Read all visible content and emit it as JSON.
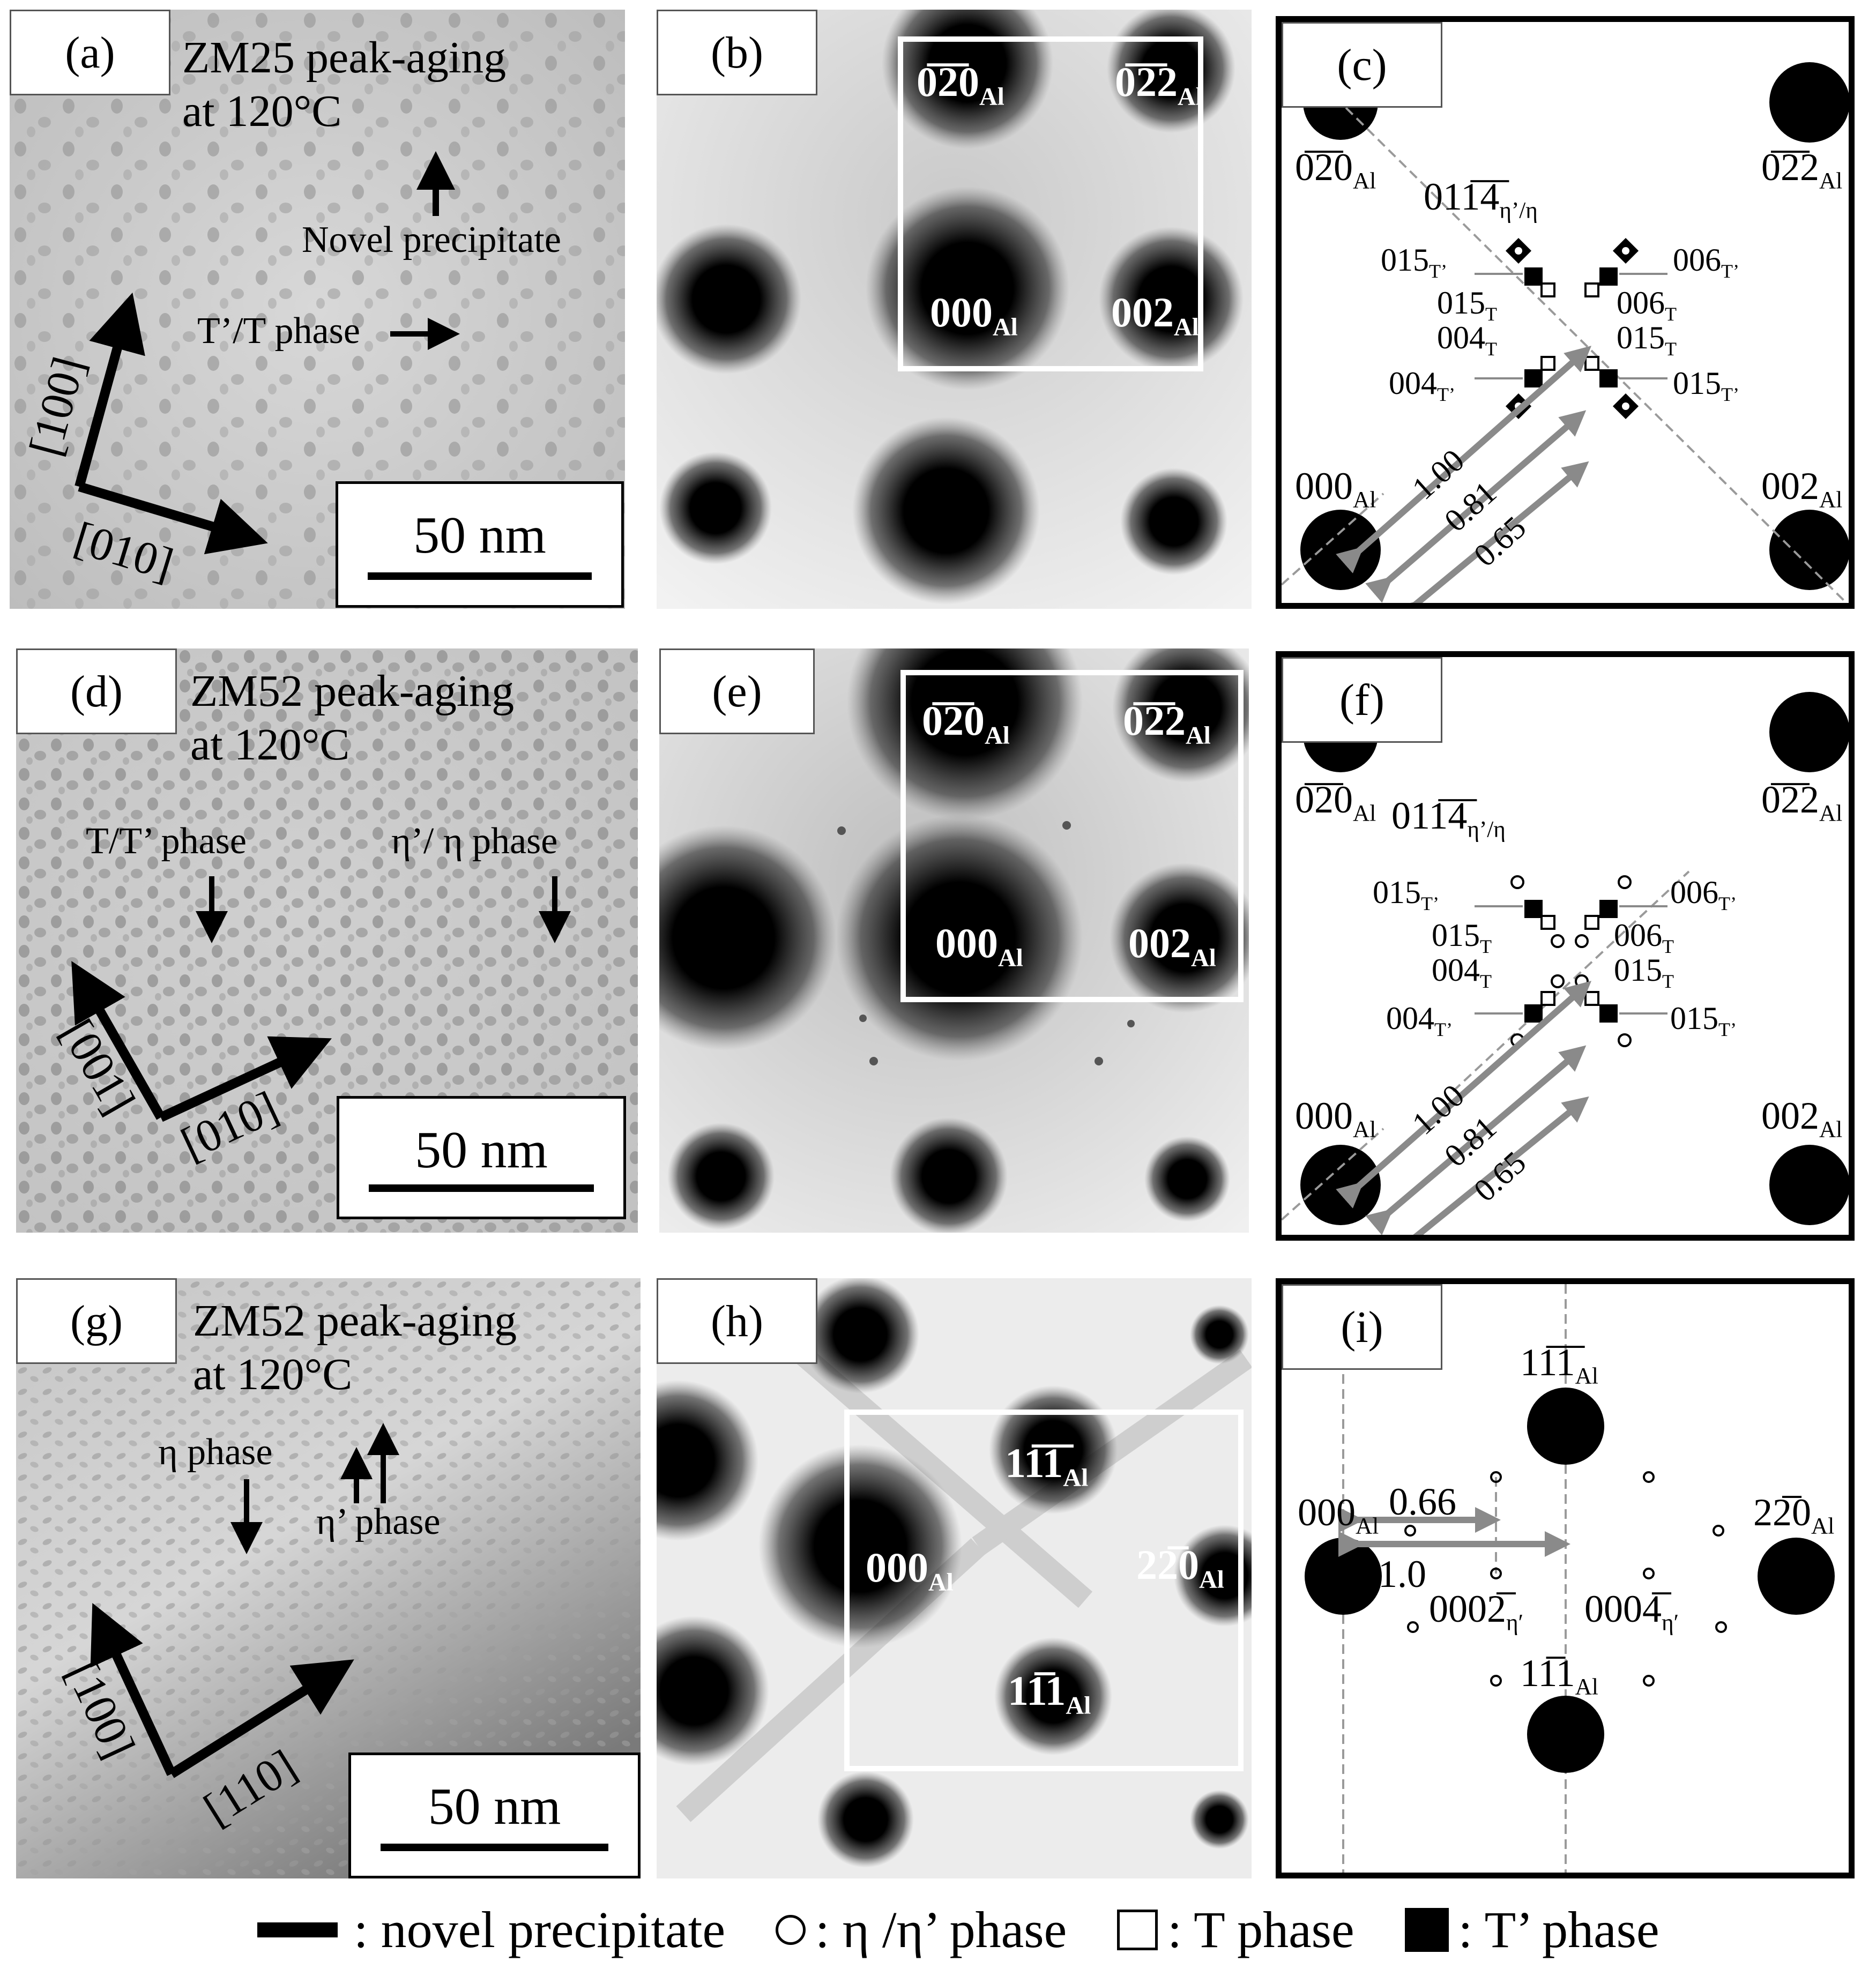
{
  "panels": {
    "a": {
      "label": "(a)",
      "title1": "ZM25 peak-aging",
      "title2": "at 120°C",
      "ann1": "Novel precipitate",
      "ann2": "T’/T phase",
      "axis1": "[100]",
      "axis2": "[010]",
      "scale": "50 nm"
    },
    "b": {
      "label": "(b)",
      "s1": "0̅2̅0",
      "s2": "0̅2̅2",
      "s3": "000",
      "s4": "002",
      "sub": "Al"
    },
    "c": {
      "label": "(c)",
      "spots": {
        "tl": "0̅2̅0",
        "tr": "0̅2̅2",
        "bl": "000",
        "br": "002",
        "sub": "Al"
      },
      "top": "011̅4̅",
      "top_sub": "η’/η",
      "l1": "015",
      "l1s": "T’",
      "l2": "015",
      "l2s": "T",
      "l3": "004",
      "l3s": "T",
      "l4": "004",
      "l4s": "T’",
      "r1": "006",
      "r1s": "T’",
      "r2": "006",
      "r2s": "T",
      "r3": "015",
      "r3s": "T",
      "r4": "015",
      "r4s": "T’",
      "ratios": [
        "1.00",
        "0.81",
        "0.65"
      ]
    },
    "d": {
      "label": "(d)",
      "title1": "ZM52 peak-aging",
      "title2": "at 120°C",
      "ann1": "T/T’ phase",
      "ann2": "η’/ η phase",
      "axis1": "[001]",
      "axis2": "[010]",
      "scale": "50 nm"
    },
    "e": {
      "label": "(e)",
      "s1": "0̅2̅0",
      "s2": "0̅2̅2",
      "s3": "000",
      "s4": "002",
      "sub": "Al"
    },
    "f": {
      "label": "(f)",
      "spots": {
        "tl": "0̅2̅0",
        "tr": "0̅2̅2",
        "bl": "000",
        "br": "002",
        "sub": "Al"
      },
      "top": "011̅4̅",
      "top_sub": "η’/η",
      "l1": "015",
      "l1s": "T’",
      "l2": "015",
      "l2s": "T",
      "l3": "004",
      "l3s": "T",
      "l4": "004",
      "l4s": "T’",
      "r1": "006",
      "r1s": "T’",
      "r2": "006",
      "r2s": "T",
      "r3": "015",
      "r3s": "T",
      "r4": "015",
      "r4s": "T’",
      "ratios": [
        "1.00",
        "0.81",
        "0.65"
      ]
    },
    "g": {
      "label": "(g)",
      "title1": "ZM52 peak-aging",
      "title2": "at 120°C",
      "ann1": "η phase",
      "ann2": "η’ phase",
      "axis1": "[100]",
      "axis2": "[110]",
      "scale": "50 nm"
    },
    "h": {
      "label": "(h)",
      "s1": "11̅1̅",
      "s2": "000",
      "s3": "22̅0",
      "s4": "11̅1",
      "sub": "Al"
    },
    "i": {
      "label": "(i)",
      "top": "11̅1̅",
      "left": "000",
      "right": "22̅0",
      "bottom": "11̅1",
      "sub": "Al",
      "r1": "0.66",
      "r2": "1.0",
      "p1": "0002̅",
      "p1s": "η′",
      "p2": "0004̅",
      "p2s": "η′"
    }
  },
  "legend": {
    "line": ": novel precipitate",
    "circle": ": η /η’ phase",
    "open_square": ": T phase",
    "filled_square": ": T’ phase"
  }
}
